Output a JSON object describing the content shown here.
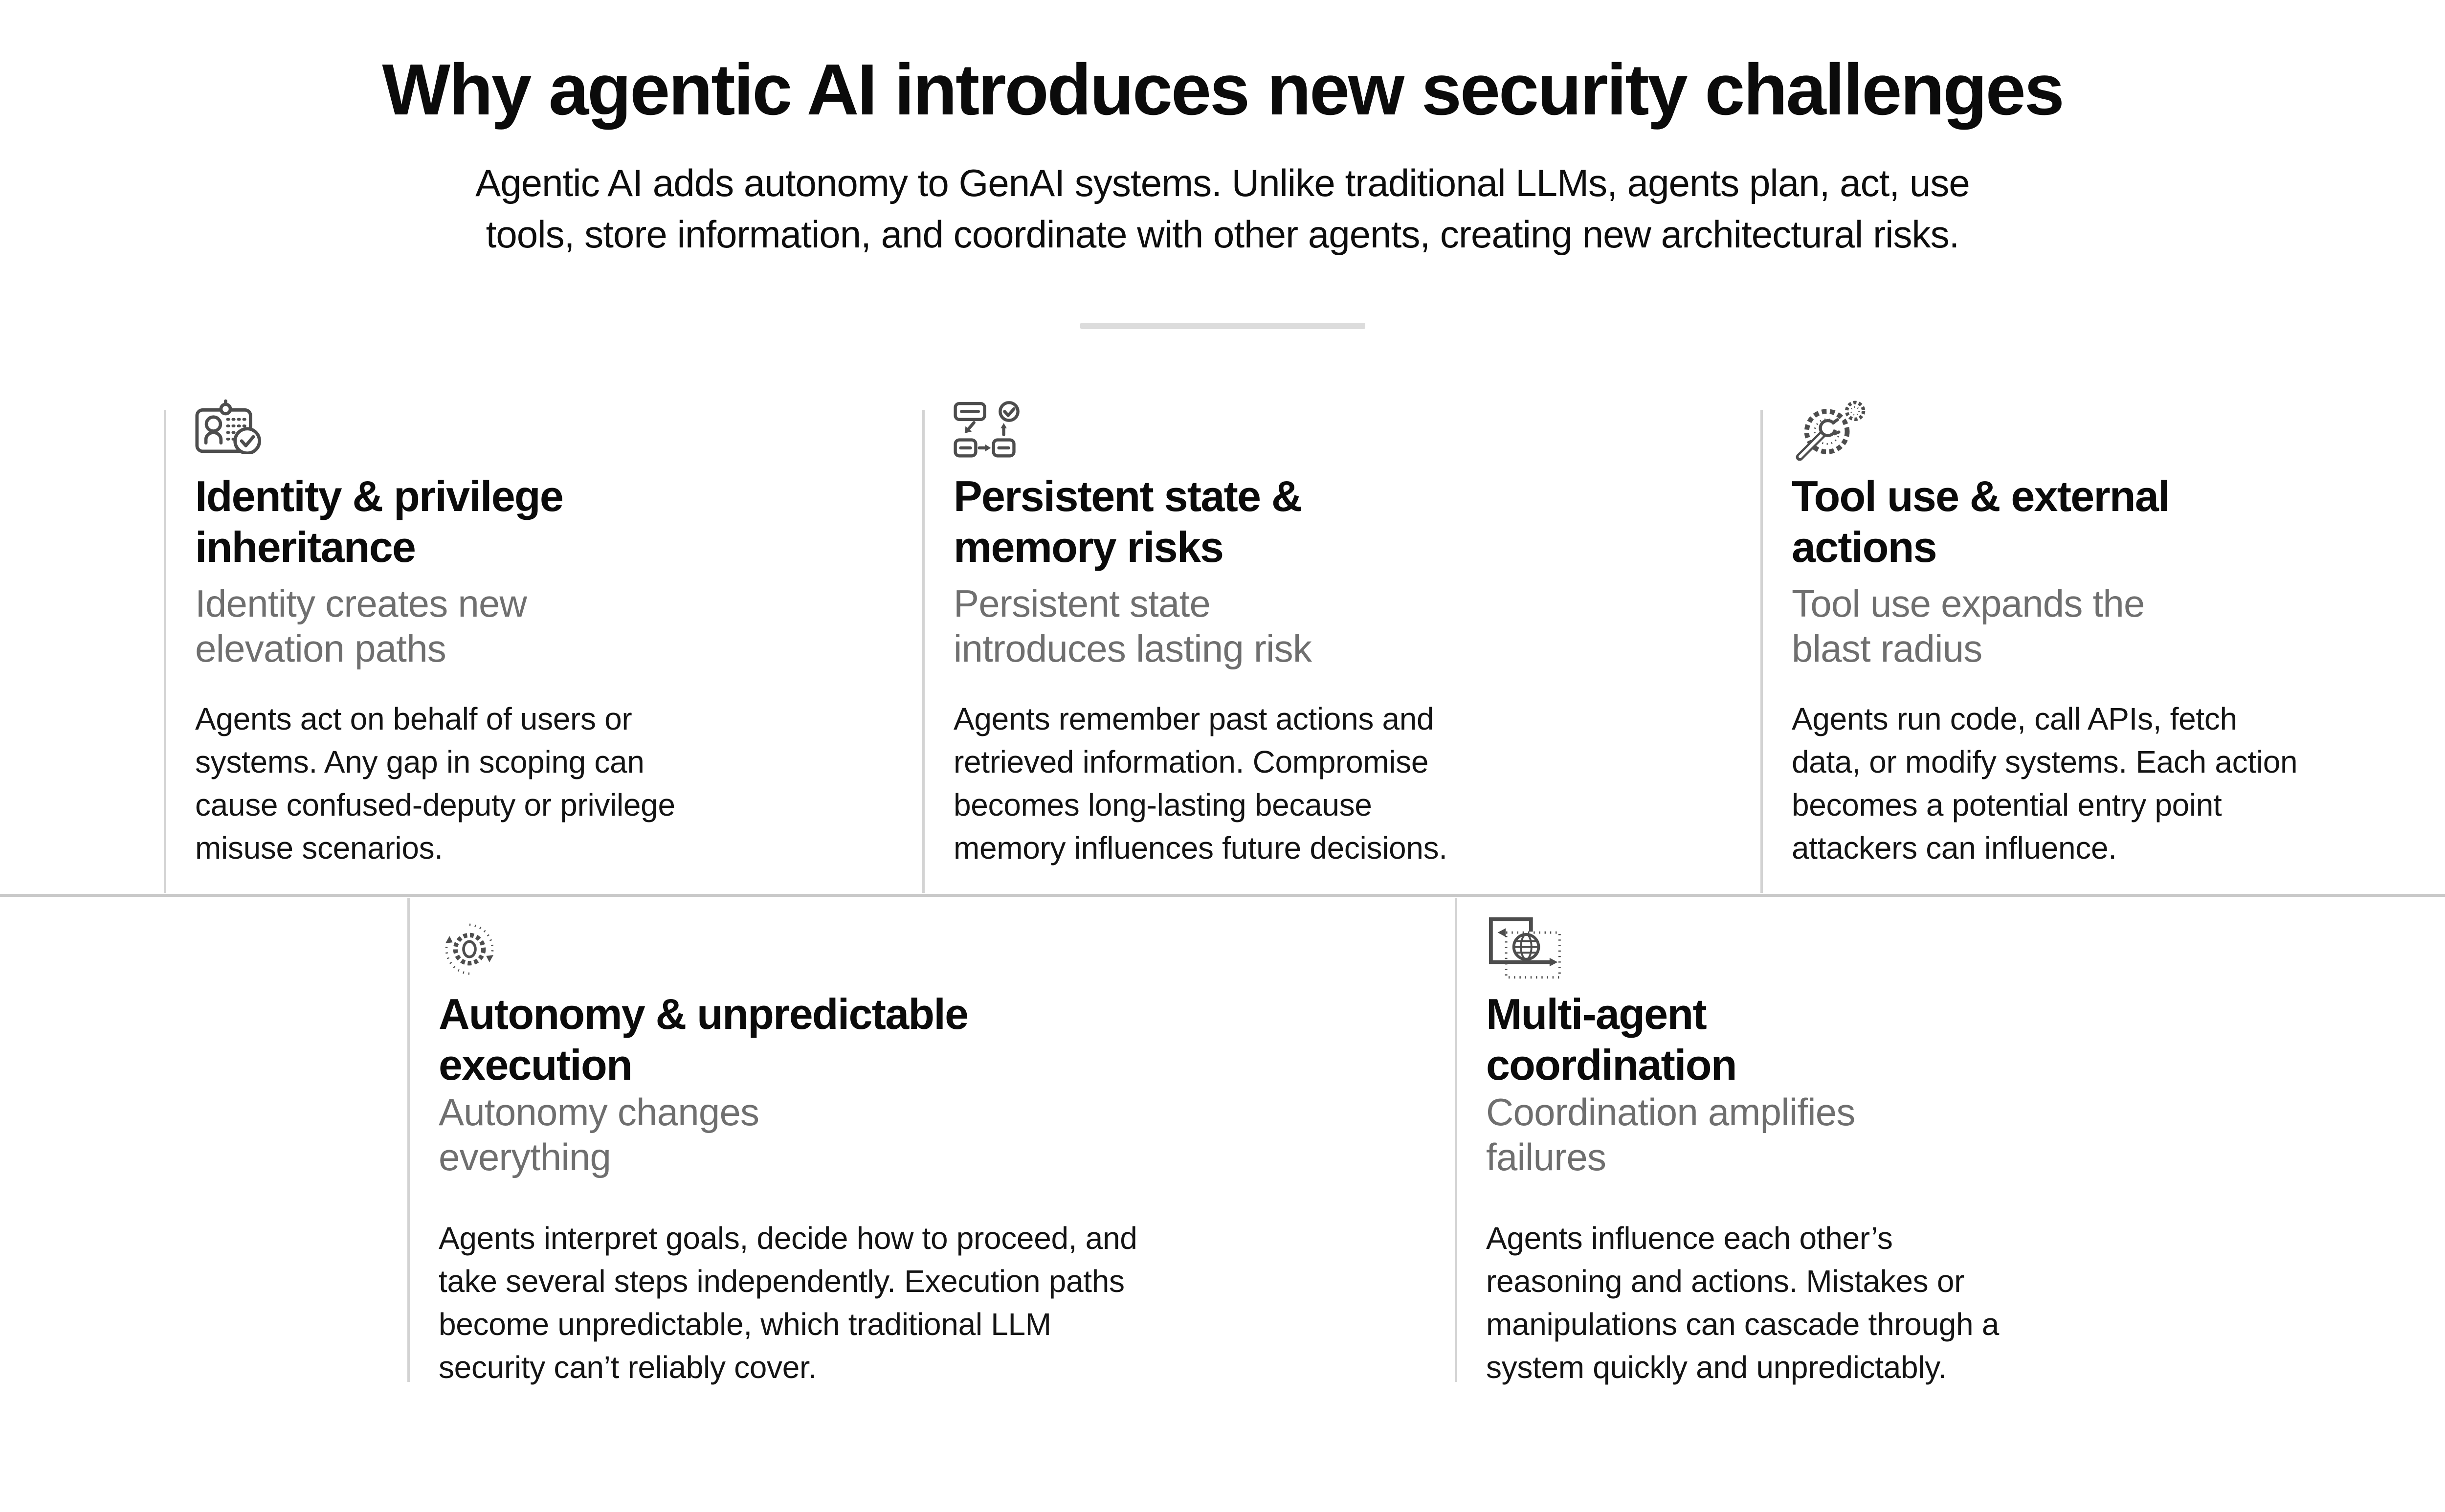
{
  "page": {
    "title": "Why agentic AI introduces new security challenges",
    "intro": "Agentic AI adds autonomy to GenAI systems. Unlike traditional LLMs, agents plan, act, use\ntools, store information, and coordinate with other agents, creating new architectural risks."
  },
  "colors": {
    "background": "#ffffff",
    "title_text": "#0b0b0b",
    "body_text": "#141414",
    "subtitle_gray": "#6f6f6f",
    "icon_stroke": "#4d4d4d",
    "header_divider_gray": "#dcdcdc",
    "row_divider_gray": "#c9c9c9",
    "card_border_gray": "#d3d3d3"
  },
  "cards": [
    {
      "icon": "id-badge-icon",
      "title": "Identity & privilege\ninheritance",
      "subtitle": "Identity creates new\nelevation paths",
      "body": "Agents act on behalf of users or\nsystems. Any gap in scoping can\ncause confused-deputy or privilege\nmisuse scenarios."
    },
    {
      "icon": "workflow-memory-icon",
      "title": "Persistent state &\nmemory risks",
      "subtitle": "Persistent state\nintroduces lasting risk",
      "body": "Agents remember past actions and\nretrieved information. Compromise\nbecomes long-lasting because\nmemory influences future decisions."
    },
    {
      "icon": "wrench-gear-icon",
      "title": "Tool use & external\nactions",
      "subtitle": "Tool use expands the\nblast radius",
      "body": "Agents run code, call APIs, fetch\ndata, or modify systems. Each action\nbecomes a potential entry point\nattackers can influence."
    },
    {
      "icon": "rotating-gear-icon",
      "title": "Autonomy & unpredictable\nexecution",
      "subtitle": "Autonomy changes\neverything",
      "body": "Agents interpret goals, decide how to proceed, and\ntake several steps independently. Execution paths\nbecome unpredictable, which traditional LLM\nsecurity can’t reliably cover."
    },
    {
      "icon": "multi-agent-icon",
      "title": "Multi-agent\ncoordination",
      "subtitle": "Coordination amplifies\nfailures",
      "body": "Agents influence each other’s\nreasoning and actions. Mistakes or\nmanipulations can cascade through a\nsystem quickly and unpredictably."
    }
  ]
}
